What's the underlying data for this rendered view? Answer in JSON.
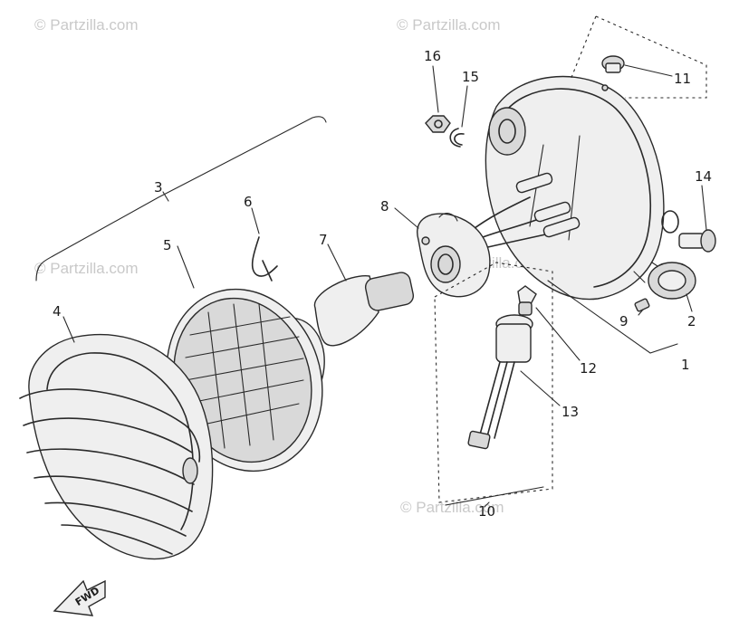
{
  "watermarks": [
    "© Partzilla.com",
    "© Partzilla.com",
    "© Partzilla.com",
    "© Partzilla.com",
    "© Partzilla.com"
  ],
  "direction_label": "FWD",
  "callouts": [
    {
      "id": "headlight-housing",
      "label": "1"
    },
    {
      "id": "grommet",
      "label": "2"
    },
    {
      "id": "headlight-unit-assy",
      "label": "3"
    },
    {
      "id": "rim-guard",
      "label": "4"
    },
    {
      "id": "lens",
      "label": "5"
    },
    {
      "id": "spring-clip",
      "label": "6"
    },
    {
      "id": "bulb",
      "label": "7"
    },
    {
      "id": "socket",
      "label": "8"
    },
    {
      "id": "screw",
      "label": "9"
    },
    {
      "id": "meter-lamp-assy",
      "label": "10"
    },
    {
      "id": "damper",
      "label": "11"
    },
    {
      "id": "small-bulb",
      "label": "12"
    },
    {
      "id": "lamp-socket-cord",
      "label": "13"
    },
    {
      "id": "bolt",
      "label": "14"
    },
    {
      "id": "washer",
      "label": "15"
    },
    {
      "id": "nut",
      "label": "16"
    }
  ]
}
